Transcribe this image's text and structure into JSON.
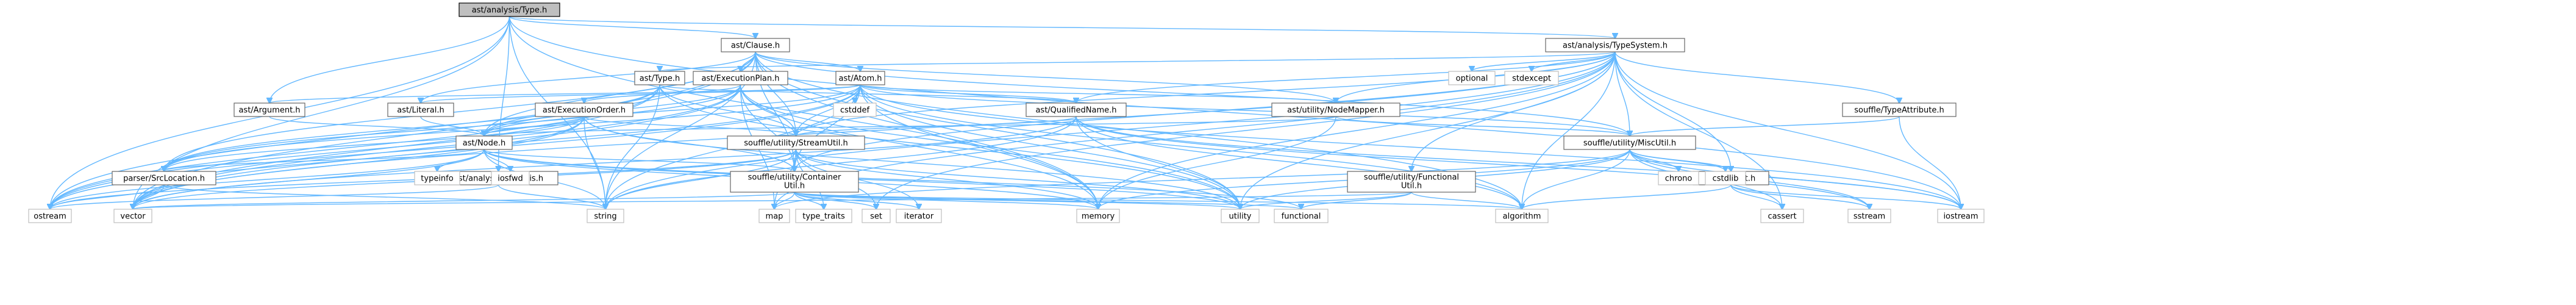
{
  "nodes": [
    {
      "id": "root",
      "label": "ast/analysis/Type.h",
      "kind": "root"
    },
    {
      "id": "clause",
      "label": "ast/Clause.h",
      "kind": "inner"
    },
    {
      "id": "typesystem",
      "label": "ast/analysis/TypeSystem.h",
      "kind": "inner"
    },
    {
      "id": "type",
      "label": "ast/Type.h",
      "kind": "inner"
    },
    {
      "id": "execplan",
      "label": "ast/ExecutionPlan.h",
      "kind": "inner"
    },
    {
      "id": "atom",
      "label": "ast/Atom.h",
      "kind": "inner"
    },
    {
      "id": "argument",
      "label": "ast/Argument.h",
      "kind": "inner"
    },
    {
      "id": "literal",
      "label": "ast/Literal.h",
      "kind": "inner"
    },
    {
      "id": "execorder",
      "label": "ast/ExecutionOrder.h",
      "kind": "inner"
    },
    {
      "id": "qualname",
      "label": "ast/QualifiedName.h",
      "kind": "inner"
    },
    {
      "id": "nodemapper",
      "label": "ast/utility/NodeMapper.h",
      "kind": "inner"
    },
    {
      "id": "typeattr",
      "label": "souffle/TypeAttribute.h",
      "kind": "inner"
    },
    {
      "id": "node",
      "label": "ast/Node.h",
      "kind": "inner"
    },
    {
      "id": "streamutil",
      "label": "souffle/utility/StreamUtil.h",
      "kind": "inner",
      "multiline": [
        "souffle/utility/StreamUtil.h"
      ]
    },
    {
      "id": "miscutil",
      "label": "souffle/utility/MiscUtil.h",
      "kind": "inner"
    },
    {
      "id": "srcloc",
      "label": "parser/SrcLocation.h",
      "kind": "inner"
    },
    {
      "id": "analysis",
      "label": "ast/analysis/Analysis.h",
      "kind": "inner"
    },
    {
      "id": "container",
      "label": "souffle/utility/Container Util.h",
      "kind": "inner",
      "multiline": [
        "souffle/utility/Container",
        "Util.h"
      ]
    },
    {
      "id": "functional",
      "label": "souffle/utility/Functional Util.h",
      "kind": "inner",
      "multiline": [
        "souffle/utility/Functional",
        "Util.h"
      ]
    },
    {
      "id": "tinyformat",
      "label": "tinyformat.h",
      "kind": "inner"
    },
    {
      "id": "optional",
      "label": "optional",
      "kind": "leaf"
    },
    {
      "id": "stdexcept",
      "label": "stdexcept",
      "kind": "leaf"
    },
    {
      "id": "cstddef",
      "label": "cstddef",
      "kind": "leaf"
    },
    {
      "id": "typeinfo",
      "label": "typeinfo",
      "kind": "leaf"
    },
    {
      "id": "iosfwd",
      "label": "iosfwd",
      "kind": "leaf"
    },
    {
      "id": "chrono",
      "label": "chrono",
      "kind": "leaf"
    },
    {
      "id": "cstdlib",
      "label": "cstdlib",
      "kind": "leaf"
    },
    {
      "id": "ostream",
      "label": "ostream",
      "kind": "leaf"
    },
    {
      "id": "vector",
      "label": "vector",
      "kind": "leaf"
    },
    {
      "id": "string",
      "label": "string",
      "kind": "leaf"
    },
    {
      "id": "map",
      "label": "map",
      "kind": "leaf"
    },
    {
      "id": "type_traits",
      "label": "type_traits",
      "kind": "leaf"
    },
    {
      "id": "set",
      "label": "set",
      "kind": "leaf"
    },
    {
      "id": "iterator",
      "label": "iterator",
      "kind": "leaf"
    },
    {
      "id": "memory",
      "label": "memory",
      "kind": "leaf"
    },
    {
      "id": "functional_h",
      "label": "functional",
      "kind": "leaf"
    },
    {
      "id": "utility",
      "label": "utility",
      "kind": "leaf"
    },
    {
      "id": "algorithm",
      "label": "algorithm",
      "kind": "leaf"
    },
    {
      "id": "cassert",
      "label": "cassert",
      "kind": "leaf"
    },
    {
      "id": "sstream",
      "label": "sstream",
      "kind": "leaf"
    },
    {
      "id": "iostream",
      "label": "iostream",
      "kind": "leaf"
    }
  ],
  "edges": [
    [
      "root",
      "clause"
    ],
    [
      "root",
      "typesystem"
    ],
    [
      "root",
      "argument"
    ],
    [
      "root",
      "vector"
    ],
    [
      "root",
      "string"
    ],
    [
      "root",
      "ostream"
    ],
    [
      "root",
      "memory"
    ],
    [
      "root",
      "iostream"
    ],
    [
      "root",
      "analysis"
    ],
    [
      "clause",
      "atom"
    ],
    [
      "clause",
      "execplan"
    ],
    [
      "clause",
      "literal"
    ],
    [
      "clause",
      "node"
    ],
    [
      "clause",
      "srcloc"
    ],
    [
      "clause",
      "streamutil"
    ],
    [
      "clause",
      "container"
    ],
    [
      "clause",
      "memory"
    ],
    [
      "clause",
      "ostream"
    ],
    [
      "clause",
      "string"
    ],
    [
      "clause",
      "utility"
    ],
    [
      "clause",
      "vector"
    ],
    [
      "clause",
      "miscutil"
    ],
    [
      "clause",
      "nodemapper"
    ],
    [
      "clause",
      "algorithm"
    ],
    [
      "typesystem",
      "type"
    ],
    [
      "typesystem",
      "qualname"
    ],
    [
      "typesystem",
      "typeattr"
    ],
    [
      "typesystem",
      "nodemapper"
    ],
    [
      "typesystem",
      "miscutil"
    ],
    [
      "typesystem",
      "streamutil"
    ],
    [
      "typesystem",
      "container"
    ],
    [
      "typesystem",
      "functional"
    ],
    [
      "typesystem",
      "tinyformat"
    ],
    [
      "typesystem",
      "optional"
    ],
    [
      "typesystem",
      "stdexcept"
    ],
    [
      "typesystem",
      "string"
    ],
    [
      "typesystem",
      "memory"
    ],
    [
      "typesystem",
      "utility"
    ],
    [
      "typesystem",
      "vector"
    ],
    [
      "typesystem",
      "set"
    ],
    [
      "typesystem",
      "algorithm"
    ],
    [
      "typesystem",
      "iostream"
    ],
    [
      "typesystem",
      "cassert"
    ],
    [
      "typesystem",
      "map"
    ],
    [
      "type",
      "node"
    ],
    [
      "type",
      "qualname"
    ],
    [
      "type",
      "srcloc"
    ],
    [
      "type",
      "streamutil"
    ],
    [
      "type",
      "string"
    ],
    [
      "type",
      "utility"
    ],
    [
      "type",
      "vector"
    ],
    [
      "type",
      "ostream"
    ],
    [
      "execplan",
      "execorder"
    ],
    [
      "execplan",
      "node"
    ],
    [
      "execplan",
      "srcloc"
    ],
    [
      "execplan",
      "streamutil"
    ],
    [
      "execplan",
      "container"
    ],
    [
      "execplan",
      "map"
    ],
    [
      "execplan",
      "memory"
    ],
    [
      "execplan",
      "utility"
    ],
    [
      "execplan",
      "ostream"
    ],
    [
      "execplan",
      "vector"
    ],
    [
      "atom",
      "argument"
    ],
    [
      "atom",
      "literal"
    ],
    [
      "atom",
      "node"
    ],
    [
      "atom",
      "qualname"
    ],
    [
      "atom",
      "srcloc"
    ],
    [
      "atom",
      "streamutil"
    ],
    [
      "atom",
      "container"
    ],
    [
      "atom",
      "cstddef"
    ],
    [
      "atom",
      "memory"
    ],
    [
      "atom",
      "ostream"
    ],
    [
      "atom",
      "string"
    ],
    [
      "atom",
      "utility"
    ],
    [
      "atom",
      "vector"
    ],
    [
      "atom",
      "nodemapper"
    ],
    [
      "atom",
      "algorithm"
    ],
    [
      "atom",
      "iostream"
    ],
    [
      "atom",
      "miscutil"
    ],
    [
      "argument",
      "node"
    ],
    [
      "literal",
      "node"
    ],
    [
      "execorder",
      "node"
    ],
    [
      "execorder",
      "srcloc"
    ],
    [
      "execorder",
      "streamutil"
    ],
    [
      "execorder",
      "container"
    ],
    [
      "execorder",
      "string"
    ],
    [
      "execorder",
      "vector"
    ],
    [
      "execorder",
      "ostream"
    ],
    [
      "execorder",
      "utility"
    ],
    [
      "qualname",
      "streamutil"
    ],
    [
      "qualname",
      "algorithm"
    ],
    [
      "qualname",
      "iostream"
    ],
    [
      "qualname",
      "string"
    ],
    [
      "qualname",
      "utility"
    ],
    [
      "qualname",
      "vector"
    ],
    [
      "qualname",
      "sstream"
    ],
    [
      "nodemapper",
      "node"
    ],
    [
      "nodemapper",
      "miscutil"
    ],
    [
      "nodemapper",
      "memory"
    ],
    [
      "typeattr",
      "miscutil"
    ],
    [
      "typeattr",
      "iostream"
    ],
    [
      "node",
      "srcloc"
    ],
    [
      "node",
      "typeinfo"
    ],
    [
      "node",
      "iosfwd"
    ],
    [
      "node",
      "vector"
    ],
    [
      "node",
      "string"
    ],
    [
      "node",
      "memory"
    ],
    [
      "node",
      "ostream"
    ],
    [
      "node",
      "utility"
    ],
    [
      "node",
      "functional_h"
    ],
    [
      "node",
      "container"
    ],
    [
      "streamutil",
      "container"
    ],
    [
      "streamutil",
      "map"
    ],
    [
      "streamutil",
      "memory"
    ],
    [
      "streamutil",
      "ostream"
    ],
    [
      "streamutil",
      "set"
    ],
    [
      "streamutil",
      "string"
    ],
    [
      "streamutil",
      "type_traits"
    ],
    [
      "streamutil",
      "utility"
    ],
    [
      "streamutil",
      "vector"
    ],
    [
      "streamutil",
      "iterator"
    ],
    [
      "miscutil",
      "tinyformat"
    ],
    [
      "miscutil",
      "chrono"
    ],
    [
      "miscutil",
      "cstdlib"
    ],
    [
      "miscutil",
      "algorithm"
    ],
    [
      "miscutil",
      "cassert"
    ],
    [
      "miscutil",
      "iostream"
    ],
    [
      "miscutil",
      "sstream"
    ],
    [
      "miscutil",
      "utility"
    ],
    [
      "miscutil",
      "memory"
    ],
    [
      "miscutil",
      "map"
    ],
    [
      "srcloc",
      "ostream"
    ],
    [
      "srcloc",
      "string"
    ],
    [
      "srcloc",
      "vector"
    ],
    [
      "analysis",
      "ostream"
    ],
    [
      "analysis",
      "string"
    ],
    [
      "container",
      "algorithm"
    ],
    [
      "container",
      "functional_h"
    ],
    [
      "container",
      "iterator"
    ],
    [
      "container",
      "map"
    ],
    [
      "container",
      "memory"
    ],
    [
      "container",
      "set"
    ],
    [
      "container",
      "type_traits"
    ],
    [
      "container",
      "utility"
    ],
    [
      "container",
      "vector"
    ],
    [
      "functional",
      "algorithm"
    ],
    [
      "functional",
      "functional_h"
    ],
    [
      "functional",
      "utility"
    ],
    [
      "functional",
      "vector"
    ],
    [
      "tinyformat",
      "cassert"
    ],
    [
      "tinyformat",
      "iostream"
    ],
    [
      "tinyformat",
      "sstream"
    ],
    [
      "tinyformat",
      "algorithm"
    ]
  ]
}
